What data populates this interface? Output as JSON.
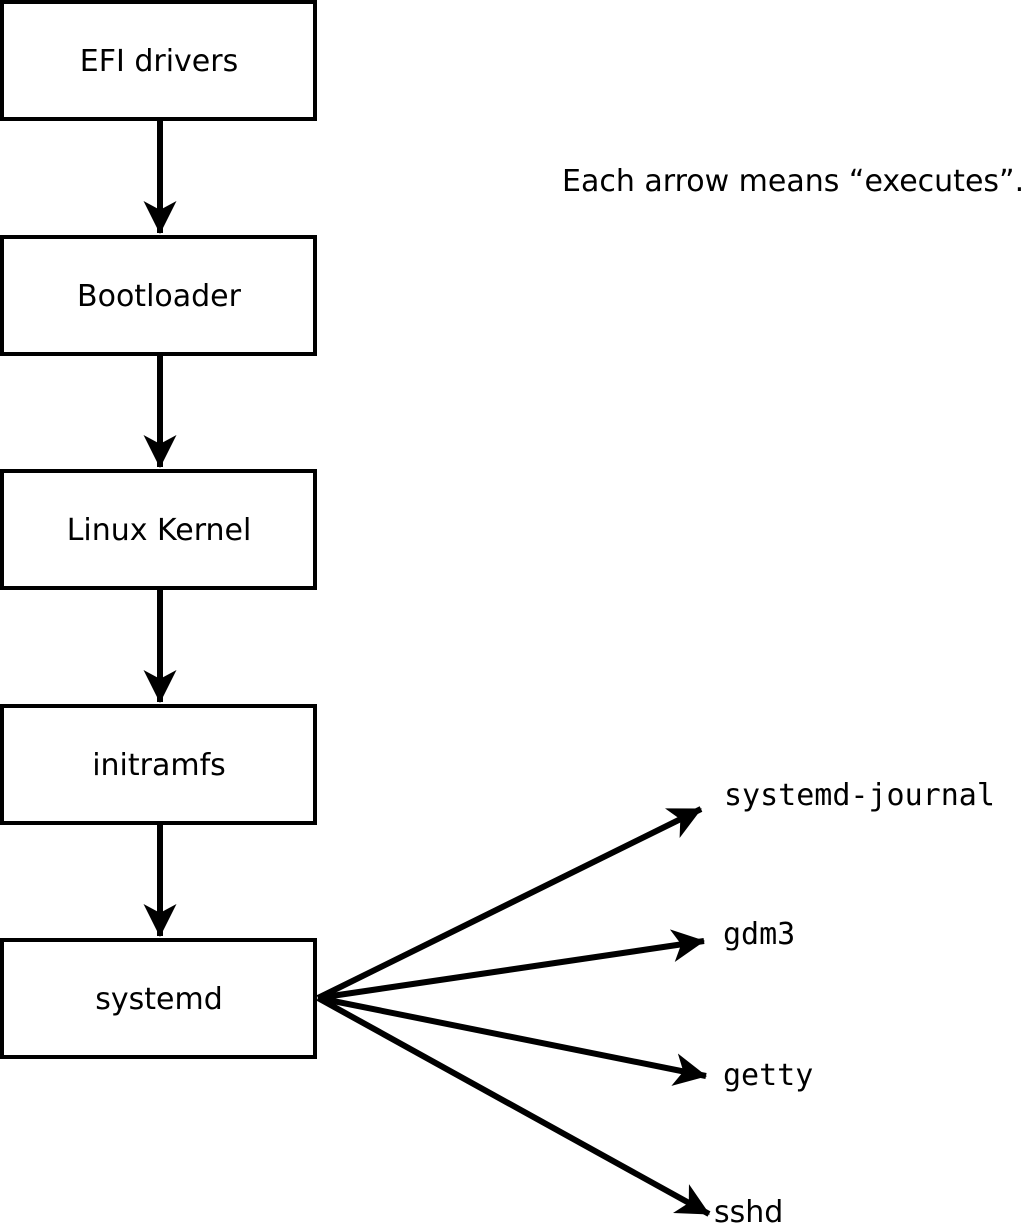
{
  "note": {
    "text": "Each arrow means “executes”."
  },
  "chain": [
    {
      "label": "EFI drivers"
    },
    {
      "label": "Bootloader"
    },
    {
      "label": "Linux Kernel"
    },
    {
      "label": "initramfs"
    },
    {
      "label": "systemd"
    }
  ],
  "spawned": [
    {
      "label": "systemd-journal"
    },
    {
      "label": "gdm3"
    },
    {
      "label": "getty"
    },
    {
      "label": "sshd"
    }
  ],
  "arrow_meaning": "executes",
  "colors": {
    "line": "#000000",
    "box_fill": "#ffffff",
    "background": "#ffffff"
  }
}
